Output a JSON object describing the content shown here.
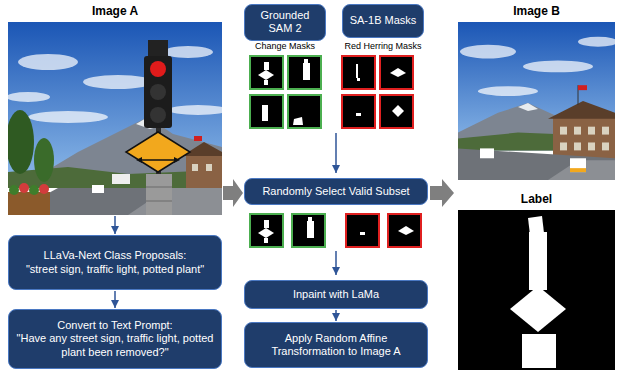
{
  "diagram": {
    "nodes": [
      {
        "text": [
          "Image A"
        ]
      },
      {
        "text": [
          "LLaVa-Next Class Proposals:",
          "\"street sign, traffic light, potted plant\""
        ]
      },
      {
        "text": [
          "Convert to Text Prompt:",
          "\"Have any street sign, traffic light, potted plant been removed?\""
        ]
      },
      {
        "text": [
          "Grounded SAM 2"
        ]
      },
      {
        "text": [
          "SA-1B Masks"
        ]
      },
      {
        "text": [
          "Randomly Select Valid Subset"
        ]
      },
      {
        "text": [
          "Inpaint with LaMa"
        ]
      },
      {
        "text": [
          "Apply Random Affine Transformation to Image A"
        ]
      },
      {
        "text": [
          "Image B"
        ]
      },
      {
        "text": [
          "Label"
        ]
      }
    ],
    "edges": [
      {
        "from": 0,
        "to": 1,
        "arrow": "to"
      },
      {
        "from": 1,
        "to": 2,
        "arrow": "to"
      },
      {
        "from": 6,
        "to": 7,
        "arrow": "to"
      }
    ],
    "labels": [
      "Change Masks",
      "Red Herring Masks"
    ]
  }
}
